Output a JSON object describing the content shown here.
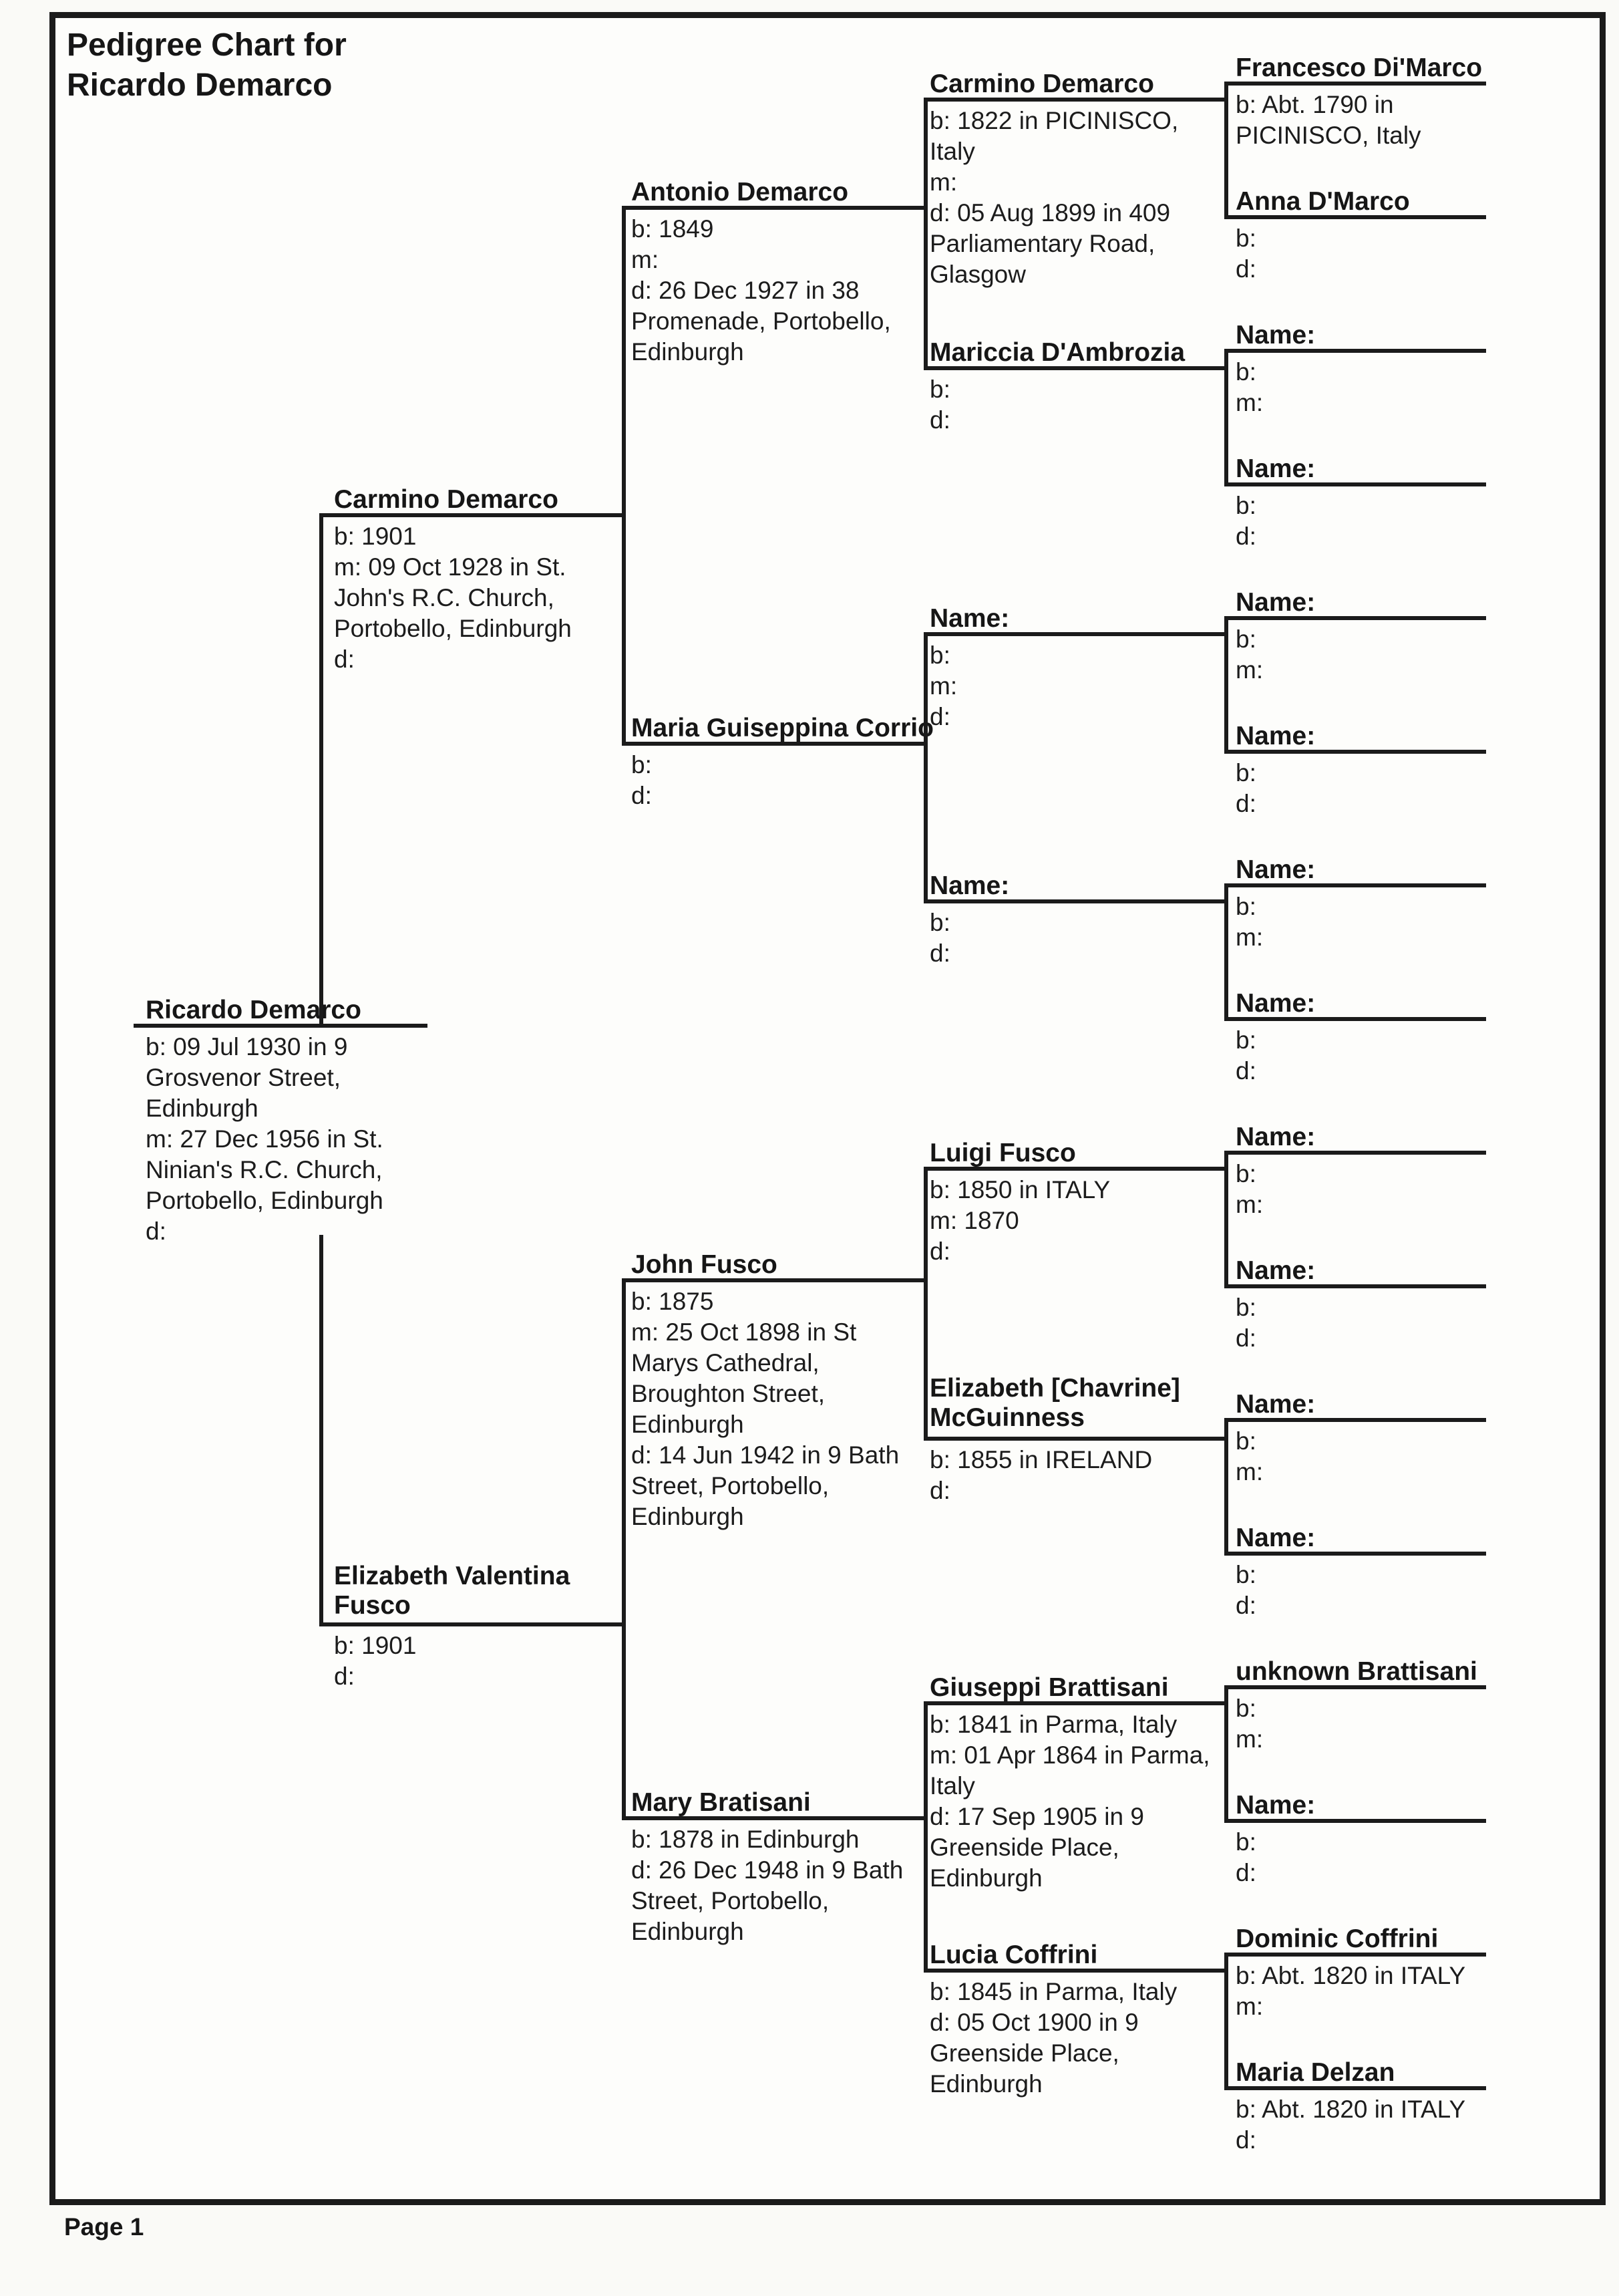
{
  "title": {
    "lines": [
      "Pedigree Chart for",
      "Ricardo Demarco"
    ]
  },
  "footer": {
    "page_label": "Page 1"
  },
  "colors": {
    "ink": "#161616",
    "line": "#1b1b1b",
    "paper": "#fdfdfb"
  },
  "persons": [
    {
      "id": "ricardo-demarco",
      "generation": 1,
      "name_lines": [
        "Ricardo Demarco"
      ],
      "detail_lines": [
        "b: 09 Jul 1930 in 9",
        "Grosvenor Street,",
        "Edinburgh",
        "m: 27 Dec 1956 in St.",
        "Ninian's R.C. Church,",
        "Portobello, Edinburgh",
        "d:"
      ]
    },
    {
      "id": "carmino-demarco-g2",
      "generation": 2,
      "name_lines": [
        "Carmino Demarco"
      ],
      "detail_lines": [
        "b: 1901",
        "m: 09 Oct 1928 in St.",
        "John's R.C. Church,",
        "Portobello, Edinburgh",
        "d:"
      ]
    },
    {
      "id": "elizabeth-valentina-fusco",
      "generation": 2,
      "name_lines": [
        "Elizabeth Valentina",
        "Fusco"
      ],
      "detail_lines": [
        "b: 1901",
        "d:"
      ]
    },
    {
      "id": "antonio-demarco",
      "generation": 3,
      "name_lines": [
        "Antonio Demarco"
      ],
      "detail_lines": [
        "b: 1849",
        "m:",
        "d: 26 Dec 1927 in 38",
        "Promenade, Portobello,",
        "Edinburgh"
      ]
    },
    {
      "id": "maria-guiseppina-corrio",
      "generation": 3,
      "name_lines": [
        "Maria Guiseppina Corrio"
      ],
      "detail_lines": [
        "b:",
        "d:"
      ]
    },
    {
      "id": "john-fusco",
      "generation": 3,
      "name_lines": [
        "John Fusco"
      ],
      "detail_lines": [
        "b: 1875",
        "m: 25 Oct 1898 in St",
        "Marys Cathedral,",
        "Broughton Street,",
        "Edinburgh",
        "d: 14 Jun 1942 in 9 Bath",
        "Street, Portobello,",
        "Edinburgh"
      ]
    },
    {
      "id": "mary-bratisani",
      "generation": 3,
      "name_lines": [
        "Mary Bratisani"
      ],
      "detail_lines": [
        "b: 1878 in Edinburgh",
        "d: 26 Dec 1948 in 9 Bath",
        "Street, Portobello,",
        "Edinburgh"
      ]
    },
    {
      "id": "carmino-demarco-g4",
      "generation": 4,
      "name_lines": [
        "Carmino Demarco"
      ],
      "detail_lines": [
        "b: 1822 in PICINISCO,",
        "Italy",
        "m:",
        "d: 05 Aug 1899 in 409",
        "Parliamentary Road,",
        "Glasgow"
      ]
    },
    {
      "id": "mariccia-dambrozia",
      "generation": 4,
      "name_lines": [
        "Mariccia D'Ambrozia"
      ],
      "detail_lines": [
        "b:",
        "d:"
      ]
    },
    {
      "id": "corrio-father-unknown",
      "generation": 4,
      "name_lines": [
        "Name:"
      ],
      "detail_lines": [
        "b:",
        "m:",
        "d:"
      ]
    },
    {
      "id": "corrio-mother-unknown",
      "generation": 4,
      "name_lines": [
        "Name:"
      ],
      "detail_lines": [
        "b:",
        "d:"
      ]
    },
    {
      "id": "luigi-fusco",
      "generation": 4,
      "name_lines": [
        "Luigi Fusco"
      ],
      "detail_lines": [
        "b: 1850 in ITALY",
        "m: 1870",
        "d:"
      ]
    },
    {
      "id": "elizabeth-chavrine-mcguinness",
      "generation": 4,
      "name_lines": [
        "Elizabeth [Chavrine]",
        "McGuinness"
      ],
      "detail_lines": [
        "b: 1855 in IRELAND",
        "d:"
      ]
    },
    {
      "id": "giuseppi-brattisani",
      "generation": 4,
      "name_lines": [
        "Giuseppi Brattisani"
      ],
      "detail_lines": [
        "b: 1841 in Parma, Italy",
        "m: 01 Apr 1864 in Parma,",
        "Italy",
        "d: 17 Sep 1905 in 9",
        "Greenside Place,",
        "Edinburgh"
      ]
    },
    {
      "id": "lucia-coffrini",
      "generation": 4,
      "name_lines": [
        "Lucia Coffrini"
      ],
      "detail_lines": [
        "b: 1845 in Parma, Italy",
        "d: 05 Oct 1900 in 9",
        "Greenside Place,",
        "Edinburgh"
      ]
    },
    {
      "id": "francesco-dimarco",
      "generation": 5,
      "name_lines": [
        "Francesco Di'Marco"
      ],
      "detail_lines": [
        "b: Abt. 1790 in",
        "PICINISCO, Italy"
      ]
    },
    {
      "id": "anna-dmarco",
      "generation": 5,
      "name_lines": [
        "Anna D'Marco"
      ],
      "detail_lines": [
        "b:",
        "d:"
      ]
    },
    {
      "id": "unknown-slot-3",
      "generation": 5,
      "name_lines": [
        "Name:"
      ],
      "detail_lines": [
        "b:",
        "m:"
      ]
    },
    {
      "id": "unknown-slot-4",
      "generation": 5,
      "name_lines": [
        "Name:"
      ],
      "detail_lines": [
        "b:",
        "d:"
      ]
    },
    {
      "id": "unknown-slot-5",
      "generation": 5,
      "name_lines": [
        "Name:"
      ],
      "detail_lines": [
        "b:",
        "m:"
      ]
    },
    {
      "id": "unknown-slot-6",
      "generation": 5,
      "name_lines": [
        "Name:"
      ],
      "detail_lines": [
        "b:",
        "d:"
      ]
    },
    {
      "id": "unknown-slot-7",
      "generation": 5,
      "name_lines": [
        "Name:"
      ],
      "detail_lines": [
        "b:",
        "m:"
      ]
    },
    {
      "id": "unknown-slot-8",
      "generation": 5,
      "name_lines": [
        "Name:"
      ],
      "detail_lines": [
        "b:",
        "d:"
      ]
    },
    {
      "id": "unknown-slot-9",
      "generation": 5,
      "name_lines": [
        "Name:"
      ],
      "detail_lines": [
        "b:",
        "m:"
      ]
    },
    {
      "id": "unknown-slot-10",
      "generation": 5,
      "name_lines": [
        "Name:"
      ],
      "detail_lines": [
        "b:",
        "d:"
      ]
    },
    {
      "id": "unknown-slot-11",
      "generation": 5,
      "name_lines": [
        "Name:"
      ],
      "detail_lines": [
        "b:",
        "m:"
      ]
    },
    {
      "id": "unknown-slot-12",
      "generation": 5,
      "name_lines": [
        "Name:"
      ],
      "detail_lines": [
        "b:",
        "d:"
      ]
    },
    {
      "id": "unknown-brattisani",
      "generation": 5,
      "name_lines": [
        "unknown Brattisani"
      ],
      "detail_lines": [
        "b:",
        "m:"
      ]
    },
    {
      "id": "unknown-slot-14",
      "generation": 5,
      "name_lines": [
        "Name:"
      ],
      "detail_lines": [
        "b:",
        "d:"
      ]
    },
    {
      "id": "dominic-coffrini",
      "generation": 5,
      "name_lines": [
        "Dominic Coffrini"
      ],
      "detail_lines": [
        "b: Abt. 1820 in ITALY",
        "m:"
      ]
    },
    {
      "id": "maria-delzan",
      "generation": 5,
      "name_lines": [
        "Maria Delzan"
      ],
      "detail_lines": [
        "b: Abt. 1820 in ITALY",
        "d:"
      ]
    }
  ]
}
